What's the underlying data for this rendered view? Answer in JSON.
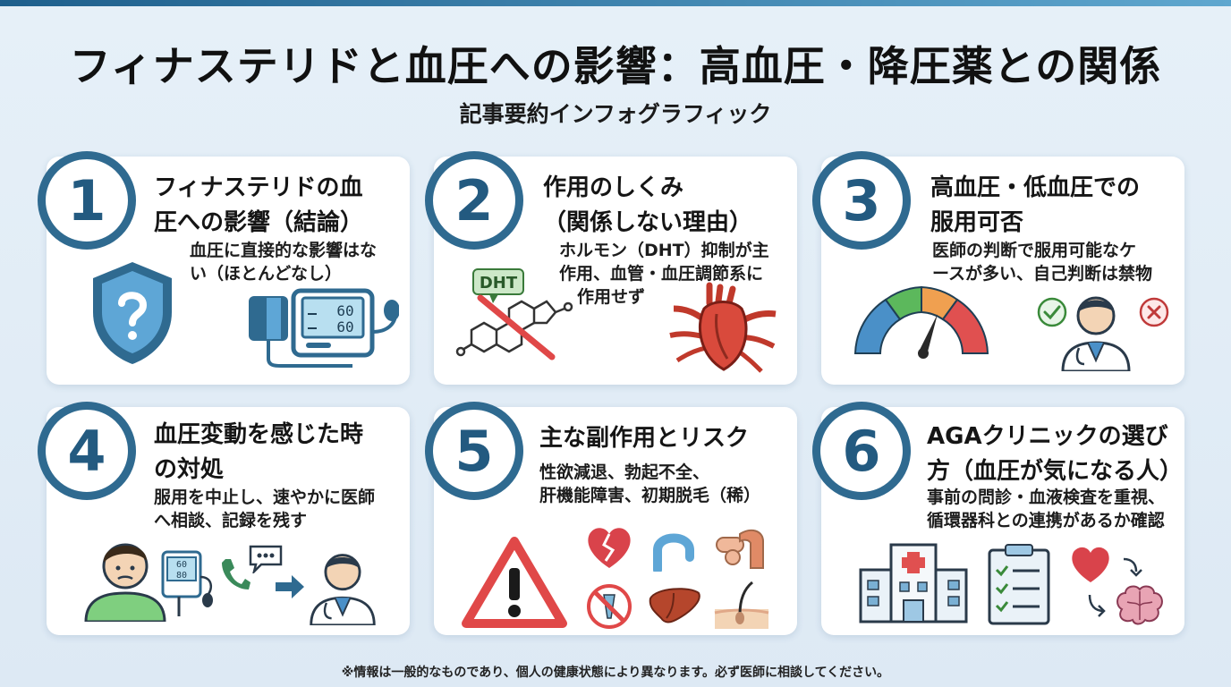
{
  "title": "フィナステリドと血圧への影響：高血圧・降圧薬との関係",
  "subtitle": "記事要約インフォグラフィック",
  "cards": [
    {
      "number": "1",
      "title_line1": "フィナステリドの血",
      "title_line2": "圧への影響（結論）",
      "desc_line1": "血圧に直接的な影響はな",
      "desc_line2": "い（ほとんどなし）",
      "bp_reading_top": "60",
      "bp_reading_bottom": "60"
    },
    {
      "number": "2",
      "title_line1": "作用のしくみ",
      "title_line2": "（関係しない理由）",
      "desc_line1": "ホルモン（DHT）抑制が主",
      "desc_line2": "作用、血管・血圧調節系に",
      "desc_line3": "作用せず",
      "dht_label": "DHT"
    },
    {
      "number": "3",
      "title_line1": "高血圧・低血圧での",
      "title_line2": "服用可否",
      "desc_line1": "医師の判断で服用可能なケ",
      "desc_line2": "ースが多い、自己判断は禁物"
    },
    {
      "number": "4",
      "title_line1": "血圧変動を感じた時",
      "title_line2": "の対処",
      "desc_line1": "服用を中止し、速やかに医師",
      "desc_line2": "へ相談、記録を残す",
      "bp_reading_top": "60",
      "bp_reading_bottom": "80"
    },
    {
      "number": "5",
      "title_line1": "主な副作用とリスク",
      "desc_line1": "性欲減退、勃起不全、",
      "desc_line2": "肝機能障害、初期脱毛（稀）"
    },
    {
      "number": "6",
      "title_line1": "AGAクリニックの選び",
      "title_line2": "方（血圧が気になる人）",
      "desc_line1": "事前の問診・血液検査を重視、",
      "desc_line2": "循環器科との連携があるか確認"
    }
  ],
  "footer": "※情報は一般的なものであり、個人の健康状態により異なります。必ず医師に相談してください。",
  "colors": {
    "accent": "#2f6a90",
    "gauge_blue": "#4a90c8",
    "gauge_green": "#5cb85c",
    "gauge_orange": "#f0a050",
    "gauge_red": "#e05050",
    "warning_red": "#e04848"
  },
  "icons": [
    "shield-question-icon",
    "blood-pressure-monitor-icon",
    "dht-molecule-icon",
    "heart-vessels-icon",
    "blood-pressure-gauge-icon",
    "check-icon",
    "cross-icon",
    "doctor-icon",
    "worried-person-icon",
    "phone-icon",
    "speech-bubble-icon",
    "arrow-right-icon",
    "warning-icon",
    "broken-heart-icon",
    "erectile-icon",
    "no-libido-icon",
    "liver-icon",
    "hair-loss-icon",
    "hospital-icon",
    "checklist-icon",
    "heart-icon",
    "brain-icon",
    "cycle-arrows-icon"
  ]
}
